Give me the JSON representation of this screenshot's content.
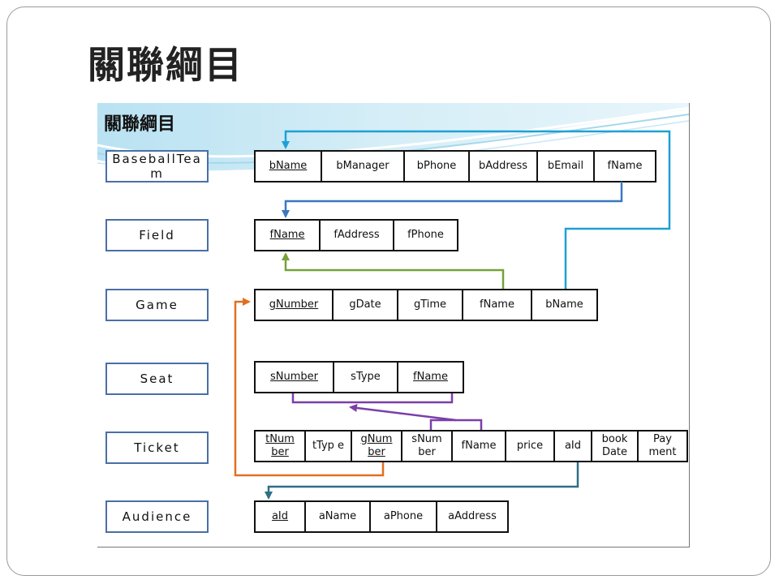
{
  "slide": {
    "title": "關聯綱目"
  },
  "diagram": {
    "title": "關聯綱目",
    "relations": [
      {
        "name": "BaseballTeam",
        "label": "BaseballTea m",
        "attributes": [
          {
            "label": "bName",
            "key": true
          },
          {
            "label": "bManager",
            "key": false
          },
          {
            "label": "bPhone",
            "key": false
          },
          {
            "label": "bAddress",
            "key": false
          },
          {
            "label": "bEmail",
            "key": false
          },
          {
            "label": "fName",
            "key": false
          }
        ]
      },
      {
        "name": "Field",
        "label": "Field",
        "attributes": [
          {
            "label": "fName",
            "key": true
          },
          {
            "label": "fAddress",
            "key": false
          },
          {
            "label": "fPhone",
            "key": false
          }
        ]
      },
      {
        "name": "Game",
        "label": "Game",
        "attributes": [
          {
            "label": "gNumber",
            "key": true
          },
          {
            "label": "gDate",
            "key": false
          },
          {
            "label": "gTime",
            "key": false
          },
          {
            "label": "fName",
            "key": false
          },
          {
            "label": "bName",
            "key": false
          }
        ]
      },
      {
        "name": "Seat",
        "label": "Seat",
        "attributes": [
          {
            "label": "sNumber",
            "key": true
          },
          {
            "label": "sType",
            "key": false
          },
          {
            "label": "fName",
            "key": true
          }
        ]
      },
      {
        "name": "Ticket",
        "label": "Ticket",
        "attributes": [
          {
            "label": "tNum ber",
            "key": true
          },
          {
            "label": "tTyp e",
            "key": false
          },
          {
            "label": "gNum ber",
            "key": true
          },
          {
            "label": "sNum ber",
            "key": false
          },
          {
            "label": "fName",
            "key": false
          },
          {
            "label": "price",
            "key": false
          },
          {
            "label": "aId",
            "key": false
          },
          {
            "label": "book Date",
            "key": false
          },
          {
            "label": "Pay ment",
            "key": false
          }
        ]
      },
      {
        "name": "Audience",
        "label": "Audience",
        "attributes": [
          {
            "label": "aId",
            "key": true
          },
          {
            "label": "aName",
            "key": false
          },
          {
            "label": "aPhone",
            "key": false
          },
          {
            "label": "aAddress",
            "key": false
          }
        ]
      }
    ],
    "links": [
      {
        "from": "BaseballTeam.fName",
        "to": "Field.fName",
        "color": "#3a78c0"
      },
      {
        "from": "Game.fName",
        "to": "Field.fName",
        "color": "#77a13a"
      },
      {
        "from": "Game.bName",
        "to": "BaseballTeam.bName",
        "color": "#1ea0d6"
      },
      {
        "from": "Ticket.sNumber",
        "to": "Seat.sNumber+fName",
        "color": "#7a3fa8"
      },
      {
        "from": "Ticket.gNumber",
        "to": "Game.gNumber",
        "color": "#e07020"
      },
      {
        "from": "Ticket.aId",
        "to": "Audience.aId",
        "color": "#2e6f86"
      }
    ]
  }
}
